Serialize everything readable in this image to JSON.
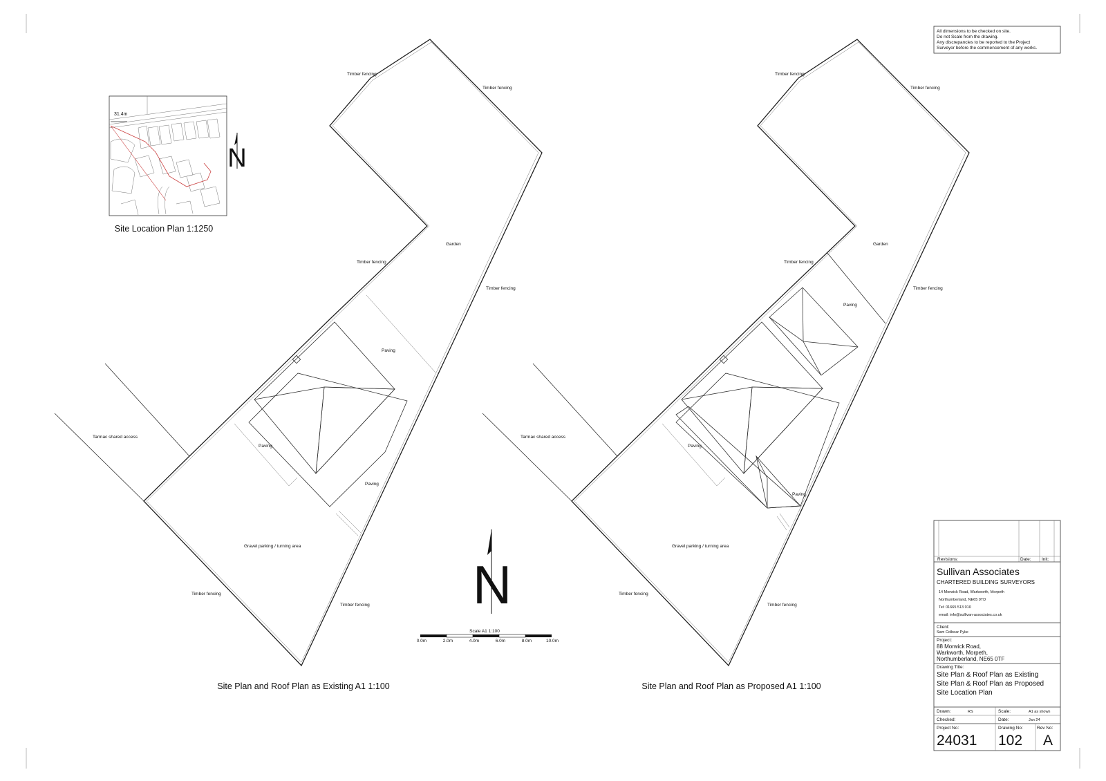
{
  "notes": {
    "line1": "All dimensions to be checked on site.",
    "line2": "Do not Scale from the drawing.",
    "line3": "Any discrepancies to be reported to the Project",
    "line4": "Surveyor before the commencement of any works."
  },
  "location_plan": {
    "caption": "Site Location Plan 1:1250",
    "scale_label": "31.4m",
    "north": "N"
  },
  "existing": {
    "caption": "Site Plan and Roof Plan as Existing A1 1:100",
    "labels": {
      "timber_fencing_1": "Timber fencing",
      "timber_fencing_2": "Timber fencing",
      "timber_fencing_3": "Timber fencing",
      "timber_fencing_4": "Timber fencing",
      "timber_fencing_5": "Timber fencing",
      "timber_fencing_6": "Timber fencing",
      "garden": "Garden",
      "paving_1": "Paving",
      "paving_2": "Paving",
      "paving_3": "Paving",
      "tarmac": "Tarmac shared access",
      "gravel": "Gravel parking / turning area"
    }
  },
  "proposed": {
    "caption": "Site Plan and Roof Plan as Proposed A1 1:100",
    "labels": {
      "timber_fencing_1": "Timber fencing",
      "timber_fencing_2": "Timber fencing",
      "timber_fencing_3": "Timber fencing",
      "timber_fencing_4": "Timber fencing",
      "timber_fencing_5": "Timber fencing",
      "timber_fencing_6": "Timber fencing",
      "garden": "Garden",
      "paving_1": "Paving",
      "paving_2": "Paving",
      "paving_3": "Paving",
      "tarmac": "Tarmac shared access",
      "gravel": "Gravel parking / turning area"
    }
  },
  "north_arrow": "N",
  "scale_bar": {
    "title": "Scale A1 1:100",
    "ticks": [
      "0.0m",
      "2.0m",
      "4.0m",
      "6.0m",
      "8.0m",
      "10.0m"
    ]
  },
  "title_block": {
    "revisions": "Revisions:",
    "date": "Date:",
    "init": "Init:",
    "company": "Sullivan Associates",
    "subtitle": "CHARTERED BUILDING  SURVEYORS",
    "addr1": "14 Morwick Road,  Warkworth,  Morpeth",
    "addr2": "Northumberland,  NE65 0TD",
    "tel": "Tel:  01665 513 010",
    "email": "email: info@sullivan-associates.co.uk",
    "client_label": "Client:",
    "client": "Sam Colbear Pyke",
    "project_label": "Project:",
    "project1": "88 Morwick Road,",
    "project2": "Warkworth, Morpeth,",
    "project3": "Northumberland, NE65 0TF",
    "drawing_title_label": "Drawing Title:",
    "title1": "Site Plan & Roof Plan as Existing",
    "title2": "Site Plan & Roof Plan as Proposed",
    "title3": "Site Location Plan",
    "drawn_label": "Drawn:",
    "drawn": "RS",
    "scale_label": "Scale:",
    "scale": "A1 as shown",
    "checked_label": "Checked:",
    "date_label": "Date:",
    "date_val": "Jan 24",
    "project_no_label": "Project No:",
    "project_no": "24031",
    "drawing_no_label": "Drawing No:",
    "drawing_no": "102",
    "rev_label": "Rev No:",
    "rev": "A"
  }
}
